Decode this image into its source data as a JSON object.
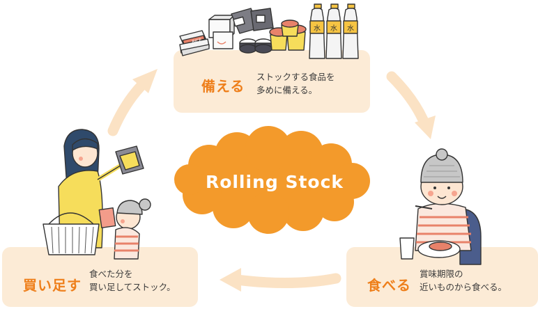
{
  "center": {
    "label": "Rolling Stock"
  },
  "steps": [
    {
      "title": "備える",
      "desc": [
        "ストックする食品を",
        "多めに備える。"
      ]
    },
    {
      "title": "食べる",
      "desc": [
        "賞味期限の",
        "近いものから食べる。"
      ]
    },
    {
      "title": "買い足す",
      "desc": [
        "食べた分を",
        "買い足してストック。"
      ]
    }
  ],
  "illustration": {
    "bottle_label": "水",
    "package_label": "RICE"
  },
  "colors": {
    "accent": "#ee7f1b",
    "card_bg": "#fcebd6",
    "arrow": "#fbe2c4",
    "cloud": "#f39a2b"
  }
}
